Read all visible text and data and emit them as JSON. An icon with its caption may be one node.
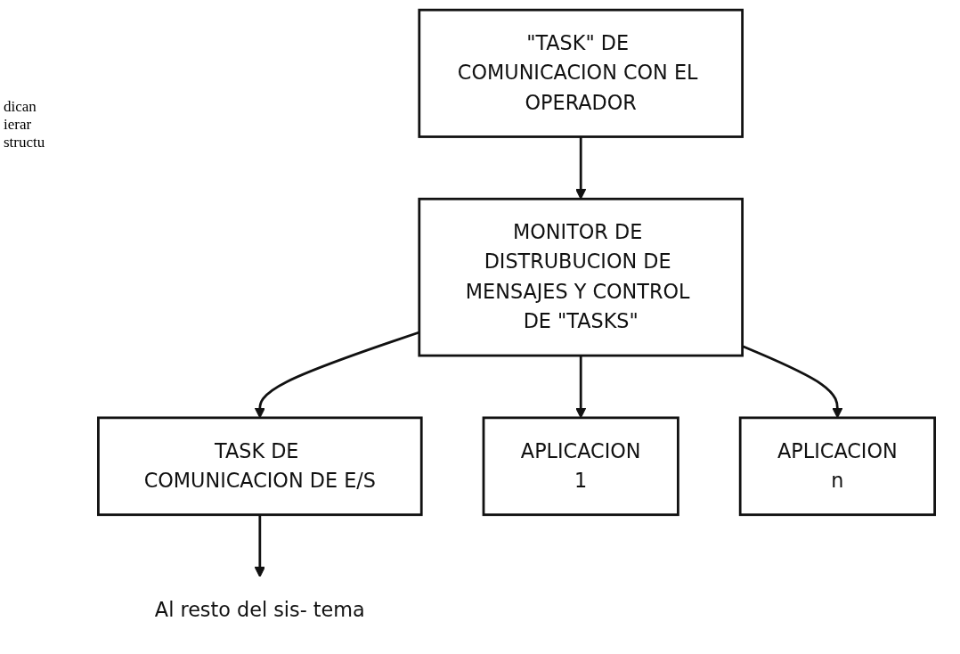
{
  "diagram": {
    "nodes": [
      {
        "text": [
          "MONITOR DE DISTRUBUCION DE MENSAJES Y CONTROL DE \"TASKS\""
        ]
      },
      {
        "text": [
          "\"TASK\" DE COMUNICACION CON EL OPERADOR"
        ]
      },
      {
        "text": [
          "TASK DE COMUNICACION DE E/S"
        ]
      },
      {
        "text": [
          "APLICACION",
          "1"
        ]
      },
      {
        "text": [
          "APLICACION",
          "n"
        ]
      },
      {
        "text": [
          "Al resto del sis- tema"
        ]
      }
    ],
    "edges": [
      {
        "from": 1,
        "to": 0,
        "arrow": "to"
      },
      {
        "from": 0,
        "to": 3,
        "arrow": "to"
      },
      {
        "from": 0,
        "to": 4,
        "arrow": "to"
      },
      {
        "from": 0,
        "to": 2,
        "arrow": "to"
      },
      {
        "from": 2,
        "to": 5,
        "arrow": "to"
      }
    ],
    "labels": [
      "dican ierar structu"
    ]
  }
}
